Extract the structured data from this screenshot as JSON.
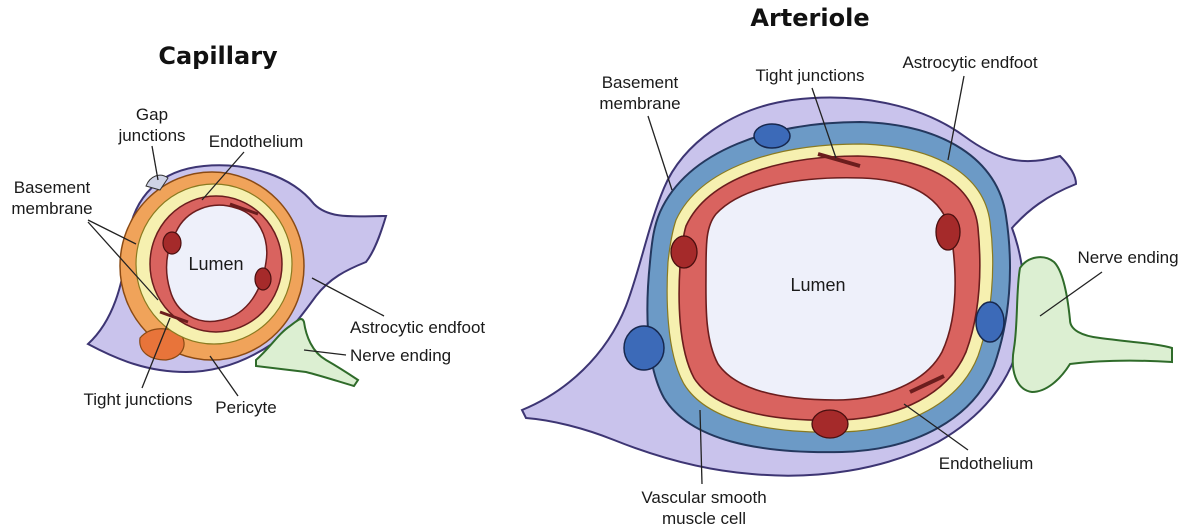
{
  "capillary": {
    "title": "Capillary",
    "lumen": "Lumen",
    "labels": {
      "gap_junctions_1": "Gap",
      "gap_junctions_2": "junctions",
      "endothelium": "Endothelium",
      "basement_membrane_1": "Basement",
      "basement_membrane_2": "membrane",
      "astrocytic_endfoot": "Astrocytic endfoot",
      "nerve_ending": "Nerve ending",
      "tight_junctions": "Tight junctions",
      "pericyte": "Pericyte"
    }
  },
  "arteriole": {
    "title": "Arteriole",
    "lumen": "Lumen",
    "labels": {
      "basement_membrane_1": "Basement",
      "basement_membrane_2": "membrane",
      "tight_junctions": "Tight junctions",
      "astrocytic_endfoot": "Astrocytic endfoot",
      "nerve_ending": "Nerve ending",
      "endothelium": "Endothelium",
      "vsmc_1": "Vascular smooth",
      "vsmc_2": "muscle cell"
    }
  },
  "colors": {
    "astrocyte": "#c9c3ec",
    "smooth_muscle": "#6c9ac6",
    "basement": "#f6f0b0",
    "endothelium": "#d9635f",
    "nucleus": "#a52a2a",
    "pericyte": "#f0a35a",
    "nerve": "#dcefd2",
    "lumen": "#eef0fa"
  }
}
